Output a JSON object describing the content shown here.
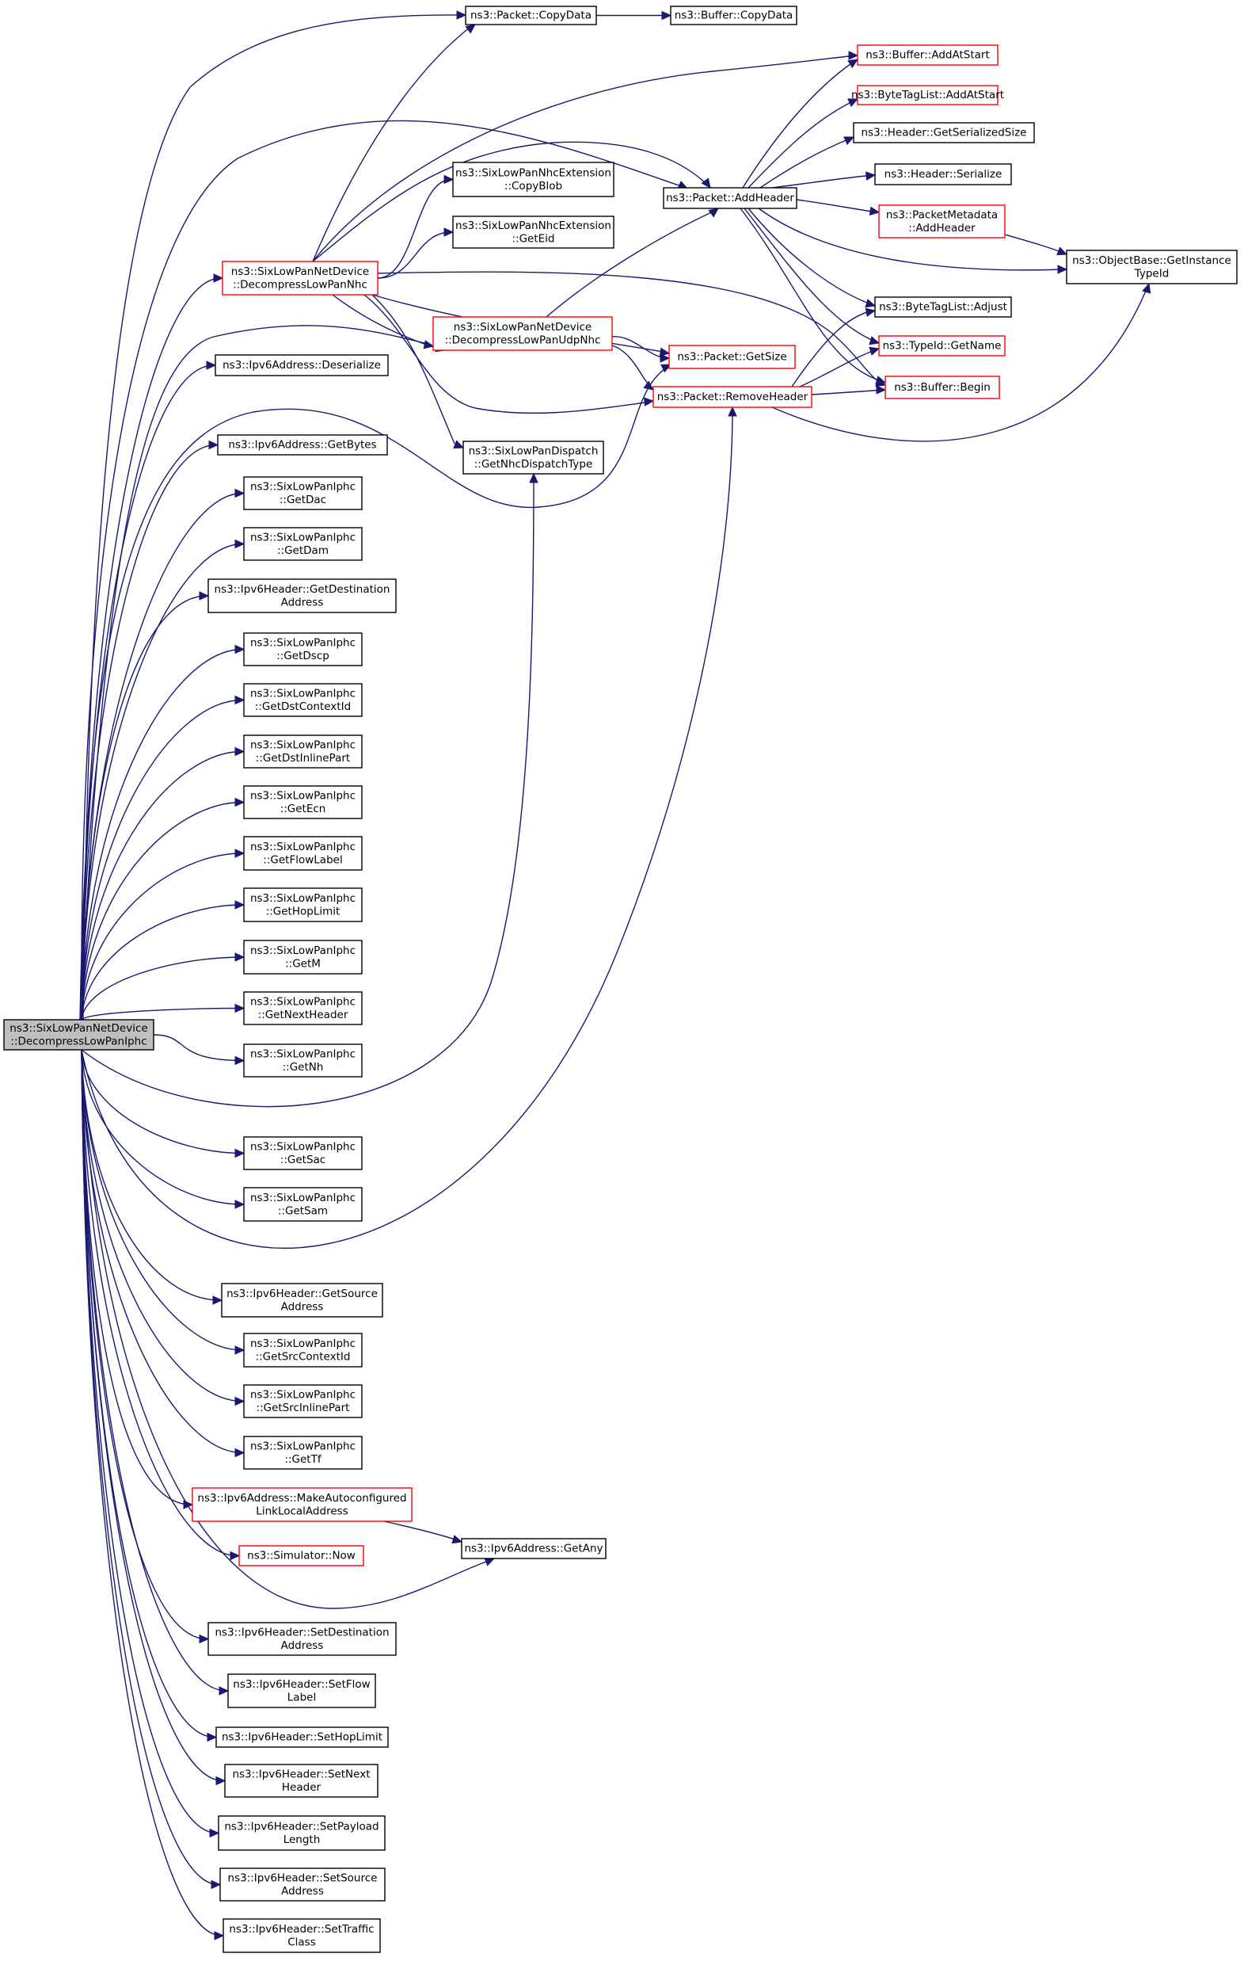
{
  "graph": {
    "nodes": [
      {
        "id": "root",
        "lines": [
          "ns3::SixLowPanNetDevice",
          "::DecompressLowPanIphc"
        ],
        "style": "root"
      },
      {
        "id": "pkt_copydata",
        "lines": [
          "ns3::Packet::CopyData"
        ],
        "style": "black"
      },
      {
        "id": "buf_copydata",
        "lines": [
          "ns3::Buffer::CopyData"
        ],
        "style": "black"
      },
      {
        "id": "buf_addatstart",
        "lines": [
          "ns3::Buffer::AddAtStart"
        ],
        "style": "red"
      },
      {
        "id": "btl_addatstart",
        "lines": [
          "ns3::ByteTagList::AddAtStart"
        ],
        "style": "red"
      },
      {
        "id": "hdr_getsersize",
        "lines": [
          "ns3::Header::GetSerializedSize"
        ],
        "style": "black"
      },
      {
        "id": "hdr_serialize",
        "lines": [
          "ns3::Header::Serialize"
        ],
        "style": "black"
      },
      {
        "id": "nhcext_copyblob",
        "lines": [
          "ns3::SixLowPanNhcExtension",
          "::CopyBlob"
        ],
        "style": "black"
      },
      {
        "id": "pkt_addheader",
        "lines": [
          "ns3::Packet::AddHeader"
        ],
        "style": "black"
      },
      {
        "id": "pktmeta_addheader",
        "lines": [
          "ns3::PacketMetadata",
          "::AddHeader"
        ],
        "style": "red"
      },
      {
        "id": "nhcext_geteid",
        "lines": [
          "ns3::SixLowPanNhcExtension",
          "::GetEid"
        ],
        "style": "black"
      },
      {
        "id": "objbase_getinst",
        "lines": [
          "ns3::ObjectBase::GetInstance",
          "TypeId"
        ],
        "style": "black"
      },
      {
        "id": "dec_nhc",
        "lines": [
          "ns3::SixLowPanNetDevice",
          "::DecompressLowPanNhc"
        ],
        "style": "red"
      },
      {
        "id": "btl_adjust",
        "lines": [
          "ns3::ByteTagList::Adjust"
        ],
        "style": "black"
      },
      {
        "id": "typeid_getname",
        "lines": [
          "ns3::TypeId::GetName"
        ],
        "style": "red"
      },
      {
        "id": "dec_udpnhc",
        "lines": [
          "ns3::SixLowPanNetDevice",
          "::DecompressLowPanUdpNhc"
        ],
        "style": "red"
      },
      {
        "id": "pkt_getsize",
        "lines": [
          "ns3::Packet::GetSize"
        ],
        "style": "red"
      },
      {
        "id": "ipv6addr_deser",
        "lines": [
          "ns3::Ipv6Address::Deserialize"
        ],
        "style": "black"
      },
      {
        "id": "pkt_removeheader",
        "lines": [
          "ns3::Packet::RemoveHeader"
        ],
        "style": "red"
      },
      {
        "id": "buf_begin",
        "lines": [
          "ns3::Buffer::Begin"
        ],
        "style": "red"
      },
      {
        "id": "ipv6addr_getbytes",
        "lines": [
          "ns3::Ipv6Address::GetBytes"
        ],
        "style": "black"
      },
      {
        "id": "disp_getnhc",
        "lines": [
          "ns3::SixLowPanDispatch",
          "::GetNhcDispatchType"
        ],
        "style": "black"
      },
      {
        "id": "iphc_getdac",
        "lines": [
          "ns3::SixLowPanIphc",
          "::GetDac"
        ],
        "style": "black"
      },
      {
        "id": "iphc_getdam",
        "lines": [
          "ns3::SixLowPanIphc",
          "::GetDam"
        ],
        "style": "black"
      },
      {
        "id": "ipv6hdr_getdest",
        "lines": [
          "ns3::Ipv6Header::GetDestination",
          "Address"
        ],
        "style": "black"
      },
      {
        "id": "iphc_getdscp",
        "lines": [
          "ns3::SixLowPanIphc",
          "::GetDscp"
        ],
        "style": "black"
      },
      {
        "id": "iphc_getdstctx",
        "lines": [
          "ns3::SixLowPanIphc",
          "::GetDstContextId"
        ],
        "style": "black"
      },
      {
        "id": "iphc_getdstinl",
        "lines": [
          "ns3::SixLowPanIphc",
          "::GetDstInlinePart"
        ],
        "style": "black"
      },
      {
        "id": "iphc_getecn",
        "lines": [
          "ns3::SixLowPanIphc",
          "::GetEcn"
        ],
        "style": "black"
      },
      {
        "id": "iphc_getflow",
        "lines": [
          "ns3::SixLowPanIphc",
          "::GetFlowLabel"
        ],
        "style": "black"
      },
      {
        "id": "iphc_gethop",
        "lines": [
          "ns3::SixLowPanIphc",
          "::GetHopLimit"
        ],
        "style": "black"
      },
      {
        "id": "iphc_getm",
        "lines": [
          "ns3::SixLowPanIphc",
          "::GetM"
        ],
        "style": "black"
      },
      {
        "id": "iphc_getnext",
        "lines": [
          "ns3::SixLowPanIphc",
          "::GetNextHeader"
        ],
        "style": "black"
      },
      {
        "id": "iphc_getnh",
        "lines": [
          "ns3::SixLowPanIphc",
          "::GetNh"
        ],
        "style": "black"
      },
      {
        "id": "iphc_getsac",
        "lines": [
          "ns3::SixLowPanIphc",
          "::GetSac"
        ],
        "style": "black"
      },
      {
        "id": "iphc_getsam",
        "lines": [
          "ns3::SixLowPanIphc",
          "::GetSam"
        ],
        "style": "black"
      },
      {
        "id": "ipv6hdr_getsrc",
        "lines": [
          "ns3::Ipv6Header::GetSource",
          "Address"
        ],
        "style": "black"
      },
      {
        "id": "iphc_getsrcctx",
        "lines": [
          "ns3::SixLowPanIphc",
          "::GetSrcContextId"
        ],
        "style": "black"
      },
      {
        "id": "iphc_getsrcinl",
        "lines": [
          "ns3::SixLowPanIphc",
          "::GetSrcInlinePart"
        ],
        "style": "black"
      },
      {
        "id": "iphc_gettf",
        "lines": [
          "ns3::SixLowPanIphc",
          "::GetTf"
        ],
        "style": "black"
      },
      {
        "id": "ipv6addr_mkauto",
        "lines": [
          "ns3::Ipv6Address::MakeAutoconfigured",
          "LinkLocalAddress"
        ],
        "style": "red"
      },
      {
        "id": "ipv6addr_getany",
        "lines": [
          "ns3::Ipv6Address::GetAny"
        ],
        "style": "black"
      },
      {
        "id": "sim_now",
        "lines": [
          "ns3::Simulator::Now"
        ],
        "style": "red"
      },
      {
        "id": "ipv6hdr_setdest",
        "lines": [
          "ns3::Ipv6Header::SetDestination",
          "Address"
        ],
        "style": "black"
      },
      {
        "id": "ipv6hdr_setflow",
        "lines": [
          "ns3::Ipv6Header::SetFlow",
          "Label"
        ],
        "style": "black"
      },
      {
        "id": "ipv6hdr_sethop",
        "lines": [
          "ns3::Ipv6Header::SetHopLimit"
        ],
        "style": "black"
      },
      {
        "id": "ipv6hdr_setnext",
        "lines": [
          "ns3::Ipv6Header::SetNext",
          "Header"
        ],
        "style": "black"
      },
      {
        "id": "ipv6hdr_setpayload",
        "lines": [
          "ns3::Ipv6Header::SetPayload",
          "Length"
        ],
        "style": "black"
      },
      {
        "id": "ipv6hdr_setsrc",
        "lines": [
          "ns3::Ipv6Header::SetSource",
          "Address"
        ],
        "style": "black"
      },
      {
        "id": "ipv6hdr_settc",
        "lines": [
          "ns3::Ipv6Header::SetTraffic",
          "Class"
        ],
        "style": "black"
      }
    ],
    "edges": [
      [
        "root",
        "pkt_copydata"
      ],
      [
        "root",
        "pkt_addheader"
      ],
      [
        "root",
        "dec_nhc"
      ],
      [
        "root",
        "dec_udpnhc"
      ],
      [
        "root",
        "ipv6addr_deser"
      ],
      [
        "root",
        "pkt_getsize"
      ],
      [
        "root",
        "ipv6addr_getbytes"
      ],
      [
        "root",
        "iphc_getdac"
      ],
      [
        "root",
        "iphc_getdam"
      ],
      [
        "root",
        "ipv6hdr_getdest"
      ],
      [
        "root",
        "iphc_getdscp"
      ],
      [
        "root",
        "iphc_getdstctx"
      ],
      [
        "root",
        "iphc_getdstinl"
      ],
      [
        "root",
        "iphc_getecn"
      ],
      [
        "root",
        "iphc_getflow"
      ],
      [
        "root",
        "iphc_gethop"
      ],
      [
        "root",
        "iphc_getm"
      ],
      [
        "root",
        "iphc_getnext"
      ],
      [
        "root",
        "iphc_getnh"
      ],
      [
        "root",
        "disp_getnhc"
      ],
      [
        "root",
        "iphc_getsac"
      ],
      [
        "root",
        "iphc_getsam"
      ],
      [
        "root",
        "pkt_removeheader"
      ],
      [
        "root",
        "ipv6hdr_getsrc"
      ],
      [
        "root",
        "iphc_getsrcctx"
      ],
      [
        "root",
        "iphc_getsrcinl"
      ],
      [
        "root",
        "iphc_gettf"
      ],
      [
        "root",
        "ipv6addr_mkauto"
      ],
      [
        "root",
        "sim_now"
      ],
      [
        "root",
        "ipv6addr_getany"
      ],
      [
        "root",
        "ipv6hdr_setdest"
      ],
      [
        "root",
        "ipv6hdr_setflow"
      ],
      [
        "root",
        "ipv6hdr_sethop"
      ],
      [
        "root",
        "ipv6hdr_setnext"
      ],
      [
        "root",
        "ipv6hdr_setpayload"
      ],
      [
        "root",
        "ipv6hdr_setsrc"
      ],
      [
        "root",
        "ipv6hdr_settc"
      ],
      [
        "pkt_copydata",
        "buf_copydata"
      ],
      [
        "pkt_addheader",
        "buf_addatstart"
      ],
      [
        "pkt_addheader",
        "btl_addatstart"
      ],
      [
        "pkt_addheader",
        "hdr_getsersize"
      ],
      [
        "pkt_addheader",
        "hdr_serialize"
      ],
      [
        "pkt_addheader",
        "pktmeta_addheader"
      ],
      [
        "pkt_addheader",
        "objbase_getinst"
      ],
      [
        "pkt_addheader",
        "btl_adjust"
      ],
      [
        "pkt_addheader",
        "typeid_getname"
      ],
      [
        "pkt_addheader",
        "buf_begin"
      ],
      [
        "pktmeta_addheader",
        "objbase_getinst"
      ],
      [
        "dec_nhc",
        "pkt_copydata"
      ],
      [
        "dec_nhc",
        "buf_addatstart"
      ],
      [
        "dec_nhc",
        "pkt_addheader"
      ],
      [
        "dec_nhc",
        "nhcext_copyblob"
      ],
      [
        "dec_nhc",
        "nhcext_geteid"
      ],
      [
        "dec_nhc",
        "dec_udpnhc"
      ],
      [
        "dec_nhc",
        "pkt_getsize"
      ],
      [
        "dec_nhc",
        "pkt_removeheader"
      ],
      [
        "dec_nhc",
        "buf_begin"
      ],
      [
        "dec_nhc",
        "disp_getnhc"
      ],
      [
        "dec_udpnhc",
        "pkt_addheader"
      ],
      [
        "dec_udpnhc",
        "pkt_getsize"
      ],
      [
        "dec_udpnhc",
        "pkt_removeheader"
      ],
      [
        "pkt_removeheader",
        "btl_adjust"
      ],
      [
        "pkt_removeheader",
        "typeid_getname"
      ],
      [
        "pkt_removeheader",
        "buf_begin"
      ],
      [
        "pkt_removeheader",
        "objbase_getinst"
      ],
      [
        "ipv6addr_mkauto",
        "ipv6addr_getany"
      ]
    ]
  }
}
